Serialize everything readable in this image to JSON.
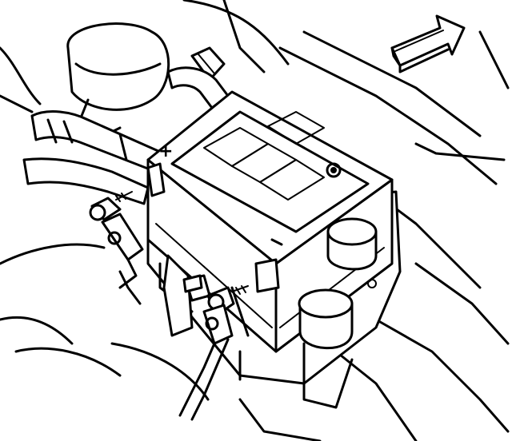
{
  "diagram": {
    "battery_terminal_marks": {
      "positive": "+",
      "negative": "−"
    },
    "icons": [
      "direction-arrow-icon",
      "battery",
      "positive-cable",
      "negative-cable",
      "hold-down-bolt"
    ],
    "colors": {
      "line": "#000000",
      "background": "#ffffff"
    }
  }
}
